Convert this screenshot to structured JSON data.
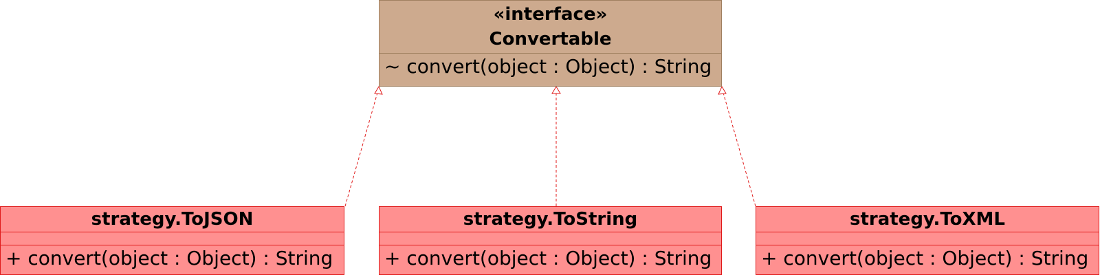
{
  "interface": {
    "stereotype": "«interface»",
    "name": "Convertable",
    "operation": "~ convert(object : Object) : String"
  },
  "classes": [
    {
      "name": "strategy.ToJSON",
      "operation": "+ convert(object : Object) : String"
    },
    {
      "name": "strategy.ToString",
      "operation": "+ convert(object : Object) : String"
    },
    {
      "name": "strategy.ToXML",
      "operation": "+ convert(object : Object) : String"
    }
  ],
  "colors": {
    "interface_fill": "#cdaa8e",
    "class_fill": "#ff9090",
    "class_border": "#e01a1a",
    "realization_line": "#e01a1a"
  }
}
